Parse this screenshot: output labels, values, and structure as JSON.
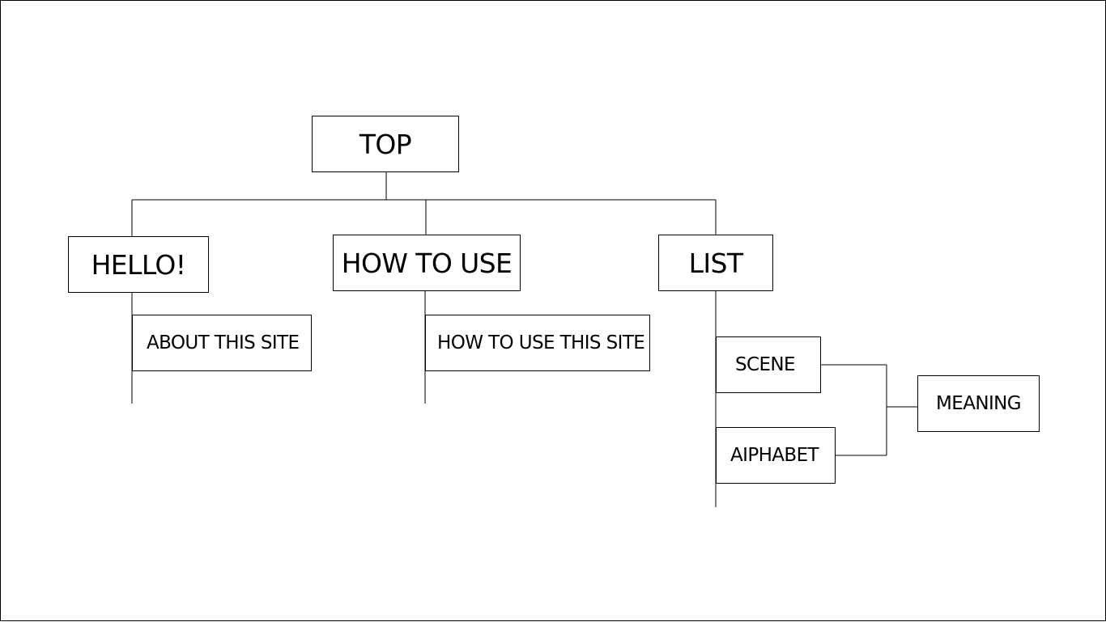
{
  "sitemap": {
    "nodes": {
      "top": "TOP",
      "hello": "HELLO!",
      "how_to_use": "HOW TO USE",
      "list": "LIST",
      "about_this_site": "ABOUT THIS SITE",
      "how_to_use_this_site": "HOW TO USE THIS SITE",
      "scene": "SCENE",
      "alphabet": "AIPHABET",
      "meaning": "MEANING"
    }
  }
}
